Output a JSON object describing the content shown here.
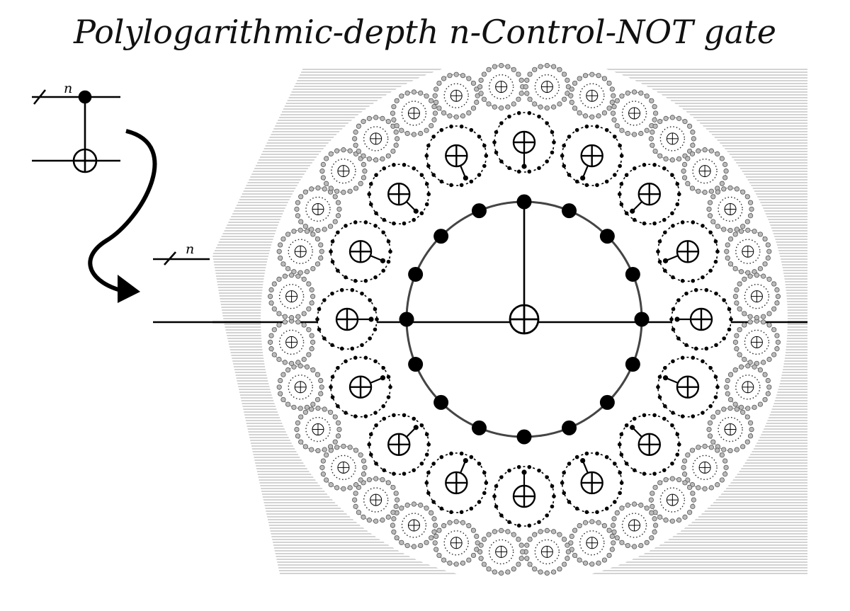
{
  "title": "Polylogarithmic-depth n-Control-NOT gate",
  "legend_gate": {
    "register_label": "n"
  },
  "main_circuit": {
    "register_label": "n"
  }
}
